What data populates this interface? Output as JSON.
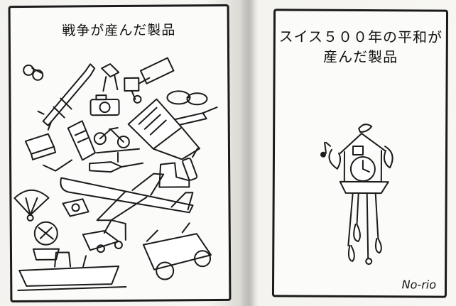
{
  "left_page": {
    "title": "戦争が産んだ製品"
  },
  "right_page": {
    "title_line1": "スイス５００年の平和が",
    "title_line2": "産んだ製品"
  },
  "signature": "No-rio"
}
